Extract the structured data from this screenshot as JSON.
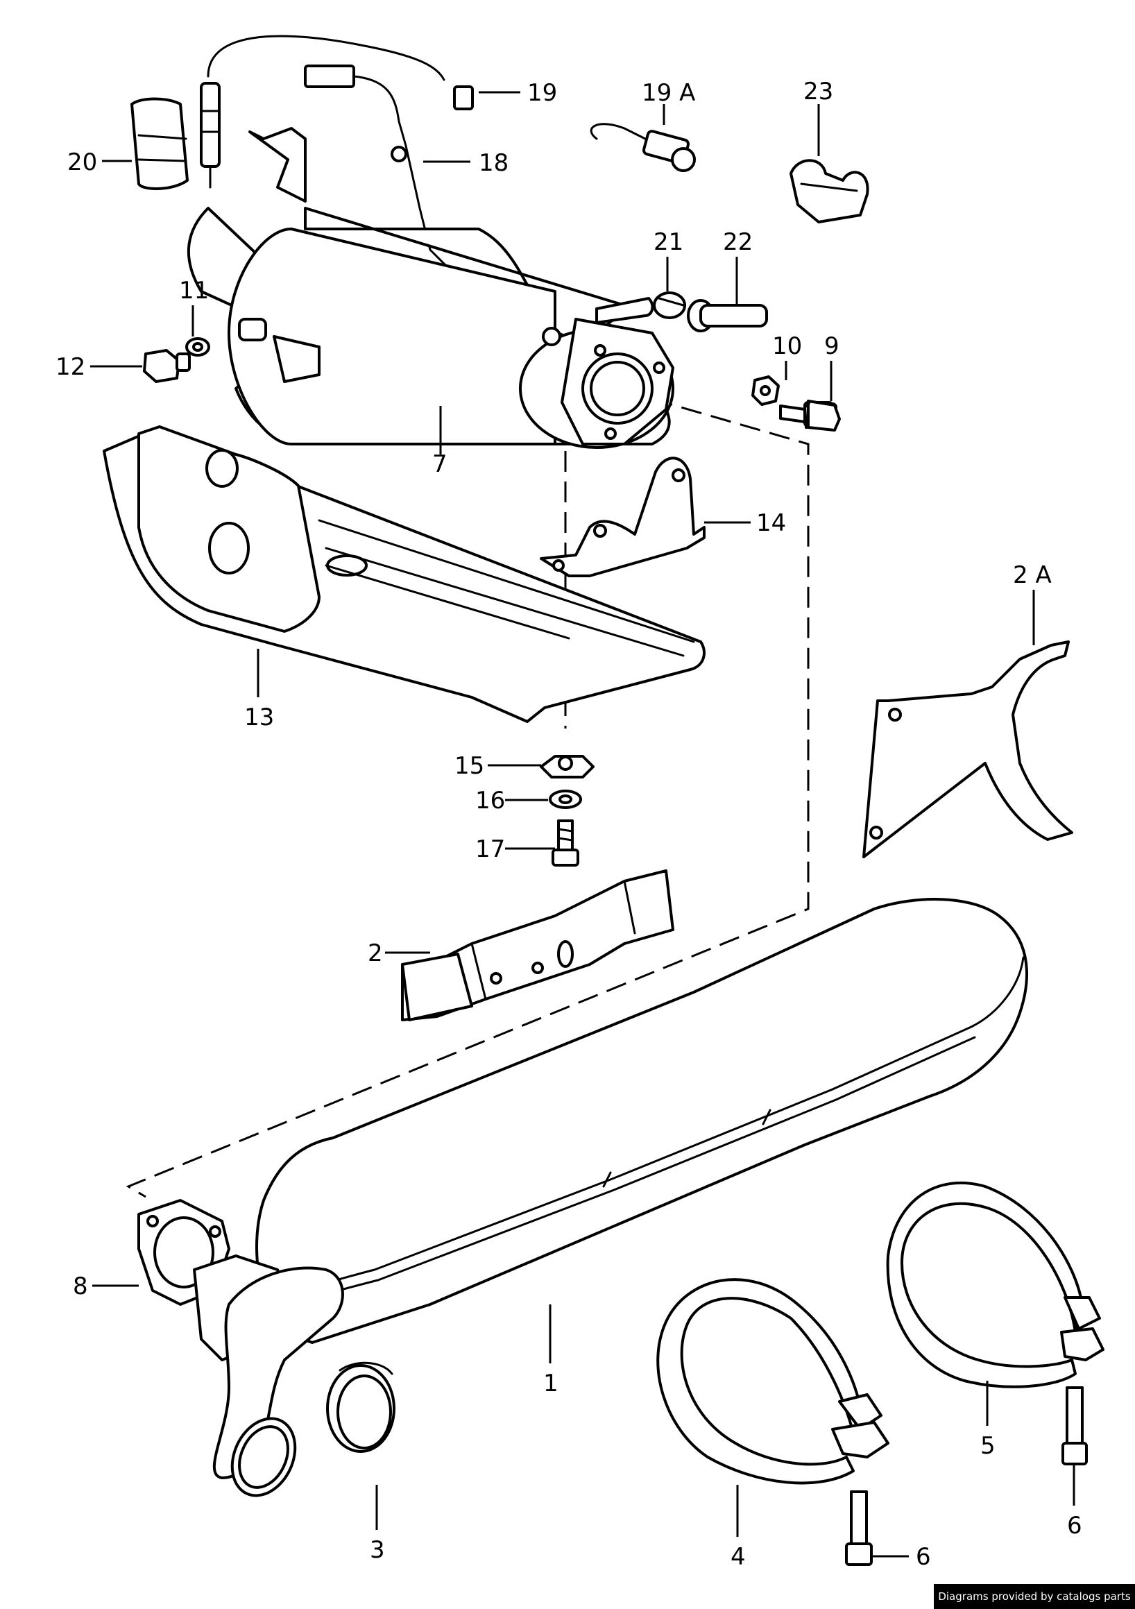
{
  "callouts": [
    {
      "id": "c20",
      "text": "20"
    },
    {
      "id": "c19",
      "text": "19"
    },
    {
      "id": "c19a",
      "text": "19 A"
    },
    {
      "id": "c23",
      "text": "23"
    },
    {
      "id": "c18",
      "text": "18"
    },
    {
      "id": "c21",
      "text": "21"
    },
    {
      "id": "c22",
      "text": "22"
    },
    {
      "id": "c11",
      "text": "11"
    },
    {
      "id": "c12",
      "text": "12"
    },
    {
      "id": "c10",
      "text": "10"
    },
    {
      "id": "c9",
      "text": "9"
    },
    {
      "id": "c7",
      "text": "7"
    },
    {
      "id": "c14",
      "text": "14"
    },
    {
      "id": "c13",
      "text": "13"
    },
    {
      "id": "c2a",
      "text": "2 A"
    },
    {
      "id": "c15",
      "text": "15"
    },
    {
      "id": "c16",
      "text": "16"
    },
    {
      "id": "c17",
      "text": "17"
    },
    {
      "id": "c2",
      "text": "2"
    },
    {
      "id": "c8",
      "text": "8"
    },
    {
      "id": "c1",
      "text": "1"
    },
    {
      "id": "c3",
      "text": "3"
    },
    {
      "id": "c4",
      "text": "4"
    },
    {
      "id": "c5",
      "text": "5"
    },
    {
      "id": "c6a",
      "text": "6"
    },
    {
      "id": "c6b",
      "text": "6"
    }
  ],
  "credit": "Diagrams provided by catalogs parts"
}
